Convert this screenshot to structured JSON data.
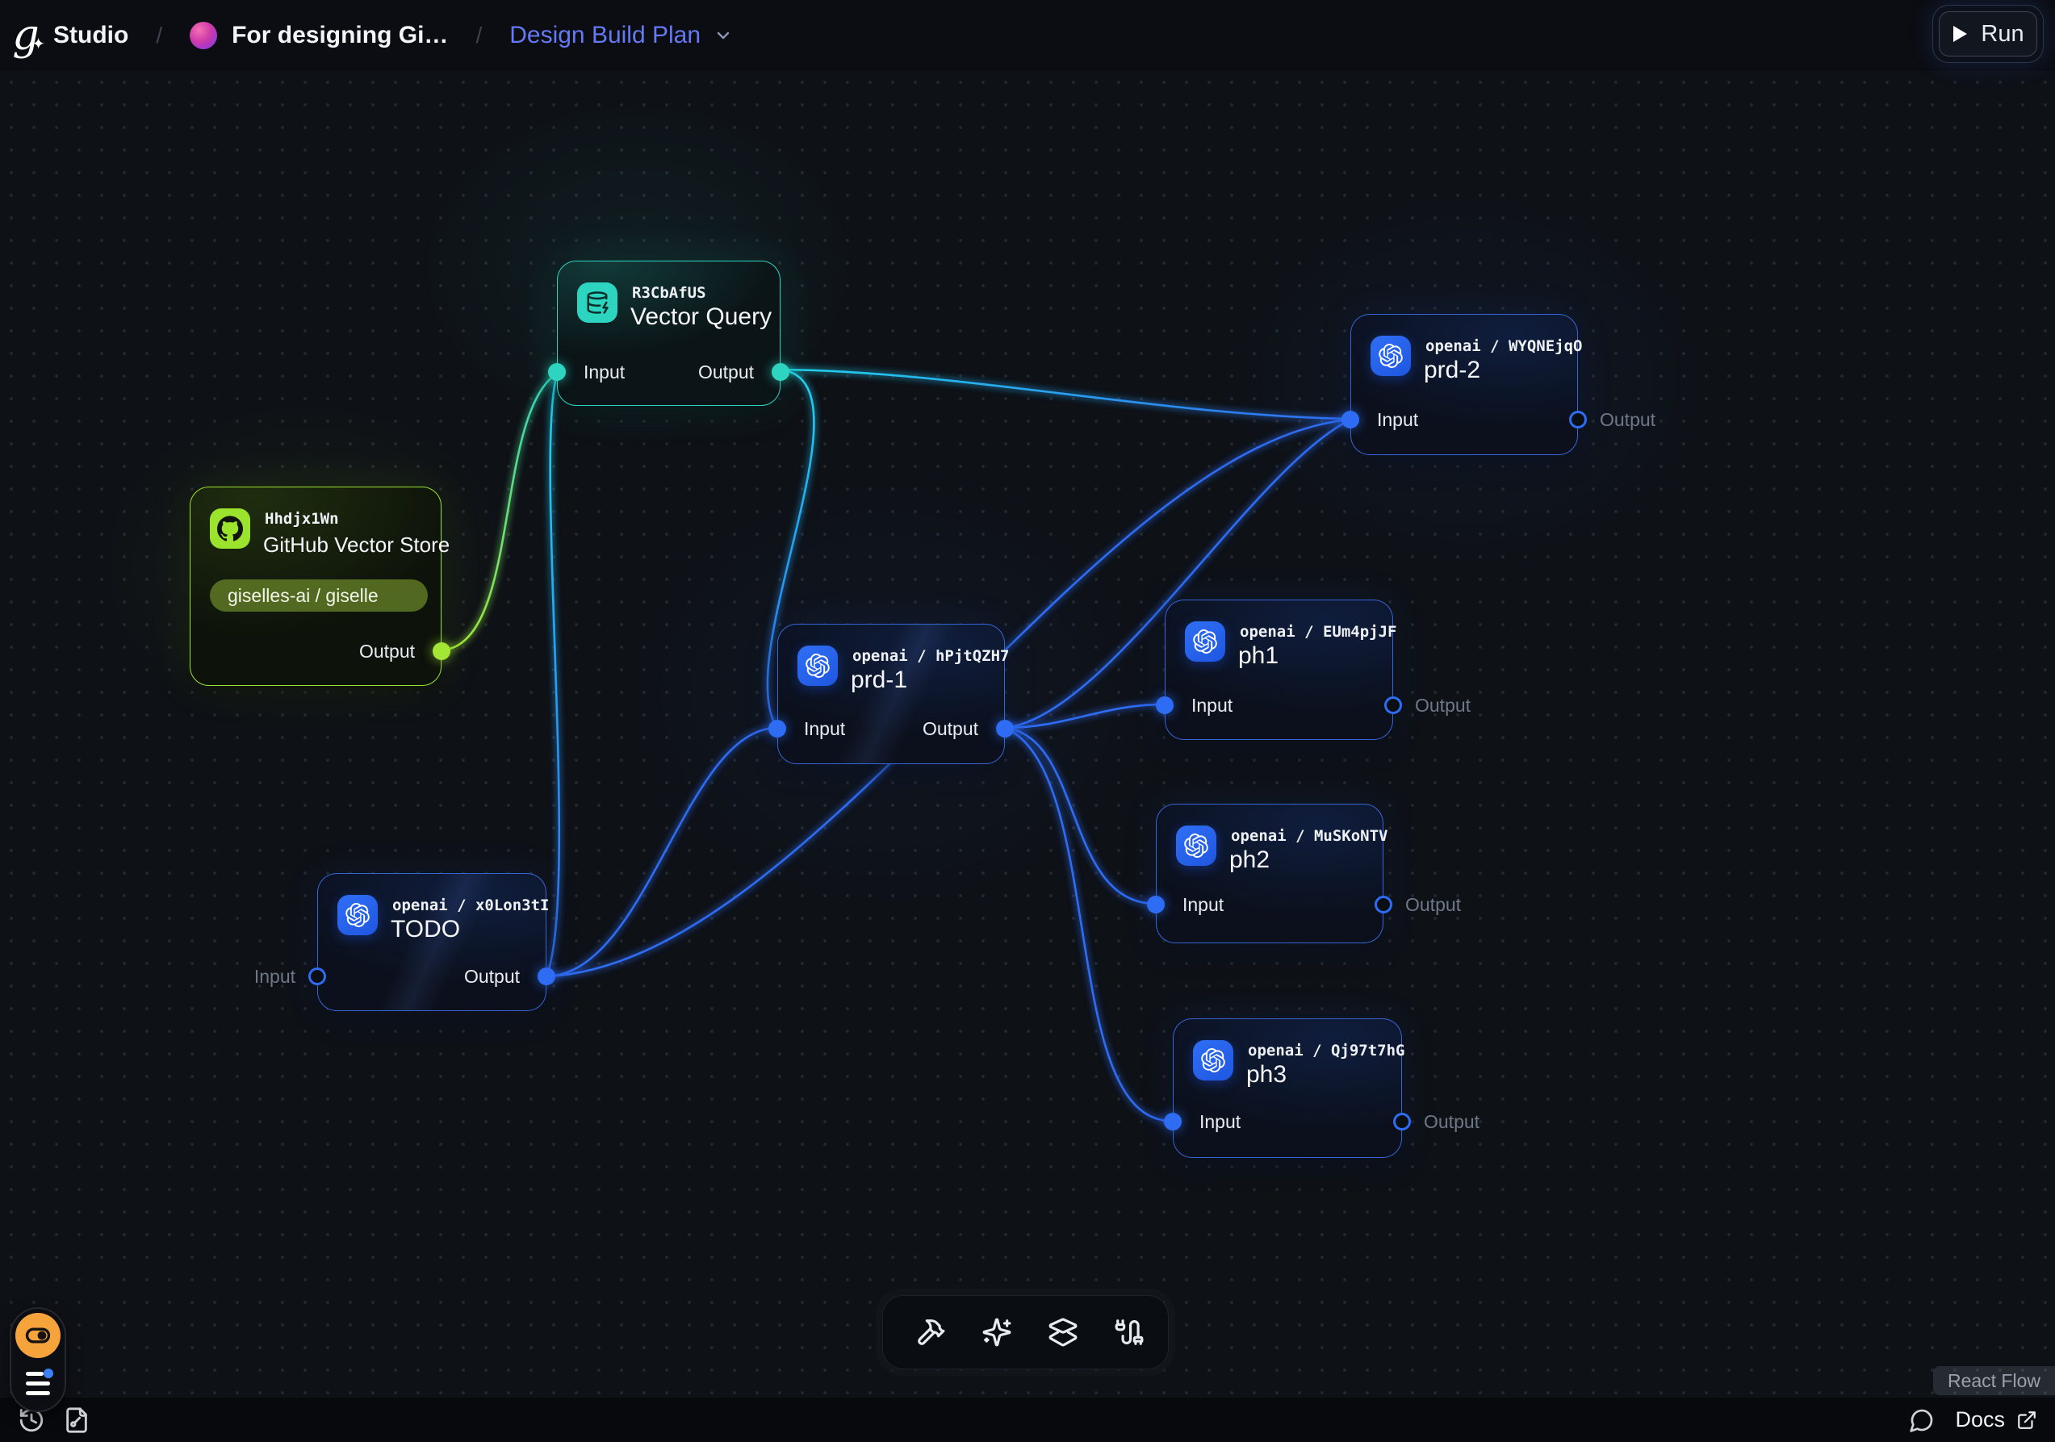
{
  "header": {
    "logo": "g",
    "studio": "Studio",
    "separator": "/",
    "project": "For designing Gi…",
    "flow": "Design Build Plan",
    "run_label": "Run",
    "icons": [
      "giselle-logo-icon",
      "chevron-down-icon",
      "play-icon"
    ]
  },
  "nodes": [
    {
      "id": "vector-query",
      "chip": "R3CbAfUS",
      "title": "Vector Query",
      "input": "Input",
      "output": "Output",
      "color": "#2dd4bf",
      "icon": "database-zap-icon"
    },
    {
      "id": "github-vector-store",
      "chip": "Hhdjx1Wn",
      "title": "GitHub Vector Store",
      "badge": "giselles-ai / giselle",
      "output": "Output",
      "color": "#a3e635",
      "icon": "github-icon"
    },
    {
      "id": "prd-2",
      "chip": "openai / WYQNEjqO",
      "title": "prd-2",
      "input": "Input",
      "output": "Output",
      "color": "#2e6cf3",
      "icon": "openai-icon"
    },
    {
      "id": "prd-1",
      "chip": "openai / hPjtQZH7",
      "title": "prd-1",
      "input": "Input",
      "output": "Output",
      "color": "#2e6cf3",
      "icon": "openai-icon"
    },
    {
      "id": "ph1",
      "chip": "openai / EUm4pjJF",
      "title": "ph1",
      "input": "Input",
      "output": "Output",
      "color": "#2e6cf3",
      "icon": "openai-icon"
    },
    {
      "id": "ph2",
      "chip": "openai / MuSKoNTV",
      "title": "ph2",
      "input": "Input",
      "output": "Output",
      "color": "#2e6cf3",
      "icon": "openai-icon"
    },
    {
      "id": "ph3",
      "chip": "openai / Qj97t7hG",
      "title": "ph3",
      "input": "Input",
      "output": "Output",
      "color": "#2e6cf3",
      "icon": "openai-icon"
    },
    {
      "id": "todo",
      "chip": "openai / x0Lon3tI",
      "title": "TODO",
      "input": "Input",
      "output": "Output",
      "color": "#2e6cf3",
      "icon": "openai-icon"
    }
  ],
  "edges": [
    {
      "from": "github-vector-store.output",
      "to": "vector-query.input"
    },
    {
      "from": "todo.output",
      "to": "vector-query.input"
    },
    {
      "from": "vector-query.output",
      "to": "prd-2.input"
    },
    {
      "from": "vector-query.output",
      "to": "prd-1.input"
    },
    {
      "from": "todo.output",
      "to": "prd-1.input"
    },
    {
      "from": "todo.output",
      "to": "prd-2.input"
    },
    {
      "from": "prd-1.output",
      "to": "prd-2.input"
    },
    {
      "from": "prd-1.output",
      "to": "ph1.input"
    },
    {
      "from": "prd-1.output",
      "to": "ph2.input"
    },
    {
      "from": "prd-1.output",
      "to": "ph3.input"
    }
  ],
  "toolbar": {
    "items": [
      {
        "icon": "hammer-icon"
      },
      {
        "icon": "sparkles-icon"
      },
      {
        "icon": "layers-icon"
      },
      {
        "icon": "cable-icon"
      }
    ]
  },
  "side_controls": {
    "icons": [
      "toggle-eye-icon",
      "menu-icon"
    ]
  },
  "footer": {
    "docs": "Docs",
    "attribution": "React Flow",
    "icons": [
      "history-icon",
      "workflow-file-icon",
      "chat-bubble-icon",
      "external-link-icon"
    ]
  },
  "colors": {
    "edge_blue": "#2e6cf3",
    "edge_cyan": "#22d3ee",
    "teal": "#2dd4bf",
    "lime": "#a3e635",
    "orange": "#f6a33c",
    "flow_link_blue": "#6479f2"
  }
}
